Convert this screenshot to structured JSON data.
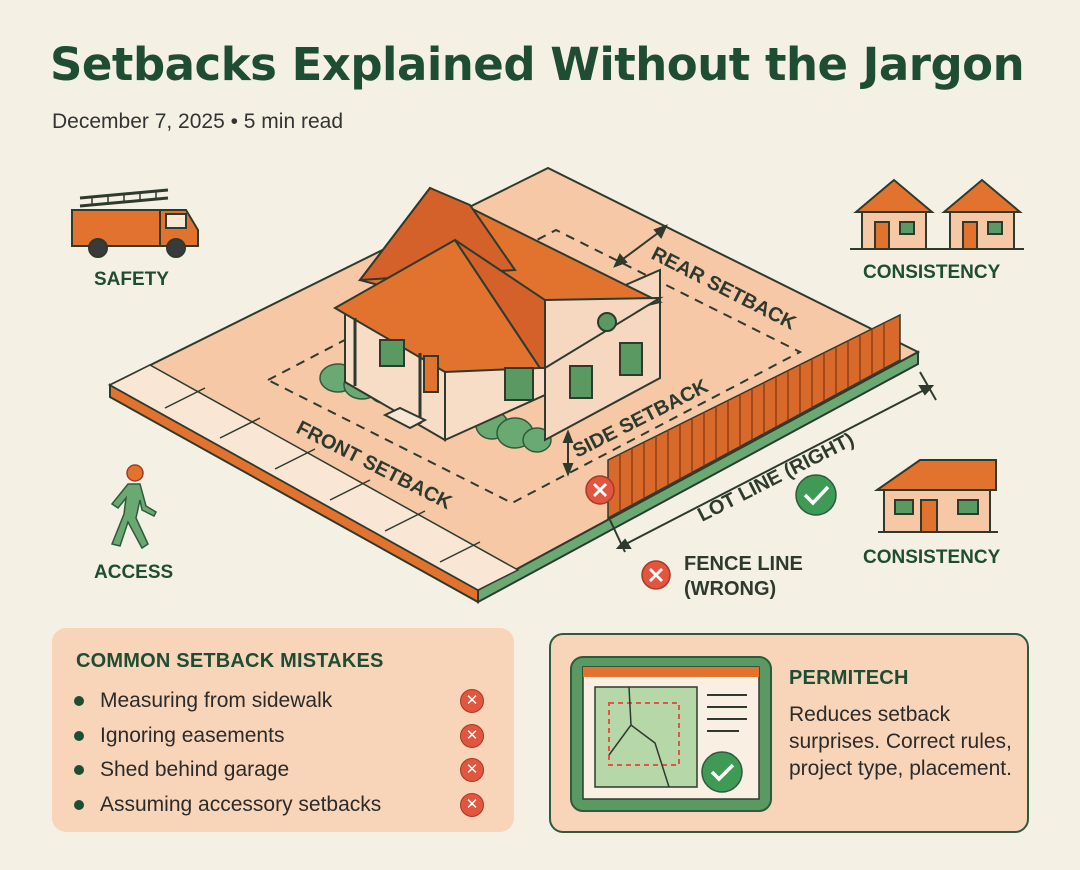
{
  "header": {
    "title": "Setbacks Explained Without the Jargon",
    "meta": "December 7, 2025 • 5 min read"
  },
  "diagram": {
    "labels": {
      "rear_setback": "REAR SETBACK",
      "side_setback": "SIDE SETBACK",
      "front_setback": "FRONT SETBACK",
      "lot_line": "LOT LINE (RIGHT)",
      "fence_line_1": "FENCE LINE",
      "fence_line_2": "(WRONG)"
    },
    "icons": {
      "safety": "SAFETY",
      "consistency_top": "CONSISTENCY",
      "consistency_bottom": "CONSISTENCY",
      "access": "ACCESS"
    }
  },
  "mistakes": {
    "title": "COMMON SETBACK MISTAKES",
    "items": [
      "Measuring from sidewalk",
      "Ignoring easements",
      "Shed behind garage",
      "Assuming accessory setbacks"
    ]
  },
  "permitech": {
    "title": "PERMITECH",
    "description": "Reduces setback surprises. Correct rules, project type, placement."
  },
  "colors": {
    "dark_green": "#1f4d33",
    "orange": "#e2732f",
    "peach": "#f8d5b8",
    "red": "#e2553e",
    "green_check": "#3f9a56",
    "background": "#f4f1e4"
  }
}
